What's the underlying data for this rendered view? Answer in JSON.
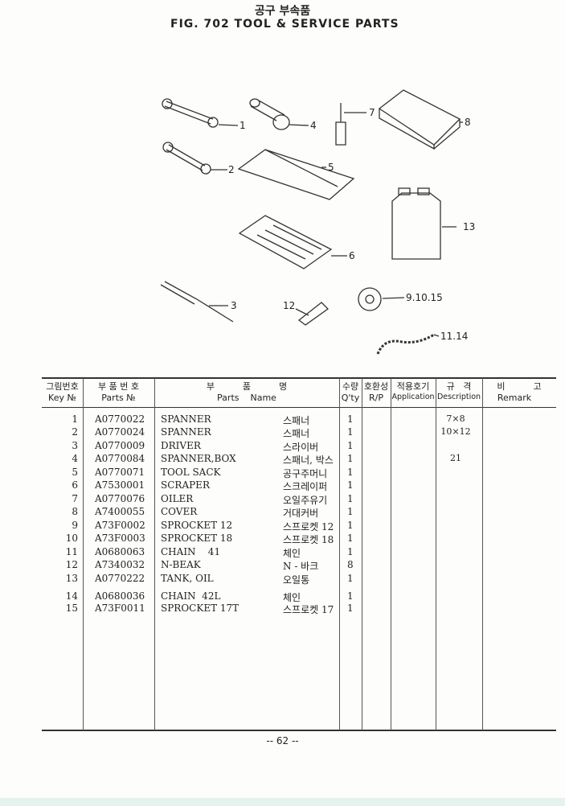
{
  "title_kr": "공구 부속품",
  "title_en": "FIG. 702  TOOL & SERVICE PARTS",
  "callouts": [
    "1",
    "4",
    "7",
    "8",
    "2",
    "5",
    "13",
    "6",
    "3",
    "12",
    "9.10.15",
    "11.14"
  ],
  "headers": [
    {
      "kr": "그림번호",
      "en": "Key №"
    },
    {
      "kr": "부 품 번 호",
      "en": "Parts №"
    },
    {
      "kr": "부          품          명",
      "en": "Parts    Name"
    },
    {
      "kr": "수량",
      "en": "Q'ty"
    },
    {
      "kr": "호환성",
      "en": "R/P"
    },
    {
      "kr": "적용호기",
      "en": "Application"
    },
    {
      "kr": "규   격",
      "en": "Description"
    },
    {
      "kr": "비          고",
      "en": "Remark"
    }
  ],
  "rows": [
    {
      "key": "1",
      "part": "A0770022",
      "name": "SPANNER",
      "name_kr": "스패너",
      "qty": "1",
      "desc": "7×8"
    },
    {
      "key": "2",
      "part": "A0770024",
      "name": "SPANNER",
      "name_kr": "스패너",
      "qty": "1",
      "desc": "10×12"
    },
    {
      "key": "3",
      "part": "A0770009",
      "name": "DRIVER",
      "name_kr": "스라이버",
      "qty": "1",
      "desc": ""
    },
    {
      "key": "4",
      "part": "A0770084",
      "name": "SPANNER,BOX",
      "name_kr": "스패너, 박스",
      "qty": "1",
      "desc": "21"
    },
    {
      "key": "5",
      "part": "A0770071",
      "name": "TOOL SACK",
      "name_kr": "공구주머니",
      "qty": "1",
      "desc": ""
    },
    {
      "key": "6",
      "part": "A7530001",
      "name": "SCRAPER",
      "name_kr": "스크레이퍼",
      "qty": "1",
      "desc": ""
    },
    {
      "key": "7",
      "part": "A0770076",
      "name": "OILER",
      "name_kr": "오일주유기",
      "qty": "1",
      "desc": ""
    },
    {
      "key": "8",
      "part": "A7400055",
      "name": "COVER",
      "name_kr": "거대커버",
      "qty": "1",
      "desc": ""
    },
    {
      "key": "9",
      "part": "A73F0002",
      "name": "SPROCKET 12",
      "name_kr": "스프로켓 12",
      "qty": "1",
      "desc": ""
    },
    {
      "key": "10",
      "part": "A73F0003",
      "name": "SPROCKET 18",
      "name_kr": "스프로켓 18",
      "qty": "1",
      "desc": ""
    },
    {
      "key": "11",
      "part": "A0680063",
      "name": "CHAIN    41",
      "name_kr": "체인",
      "qty": "1",
      "desc": ""
    },
    {
      "key": "12",
      "part": "A7340032",
      "name": "N-BEAK",
      "name_kr": "N - 바크",
      "qty": "8",
      "desc": ""
    },
    {
      "key": "13",
      "part": "A0770222",
      "name": "TANK, OIL",
      "name_kr": "오일통",
      "qty": "1",
      "desc": ""
    },
    {
      "key": "14",
      "part": "A0680036",
      "name": "CHAIN  42L",
      "name_kr": "체인",
      "qty": "1",
      "desc": ""
    },
    {
      "key": "15",
      "part": "A73F0011",
      "name": "SPROCKET 17T",
      "name_kr": "스프로켓 17",
      "qty": "1",
      "desc": ""
    }
  ],
  "footer": "-- 62 --"
}
